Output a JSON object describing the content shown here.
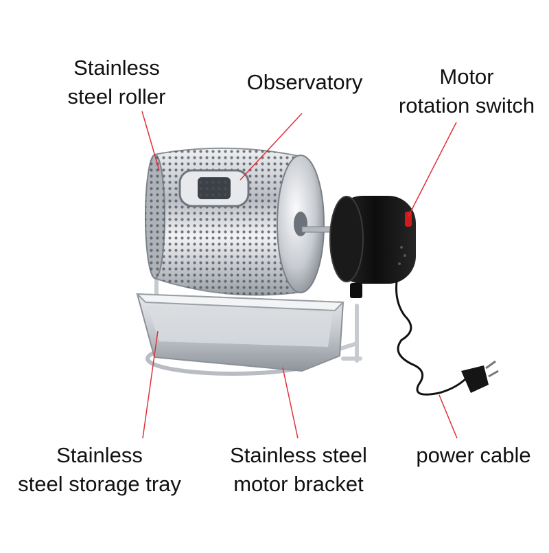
{
  "image": {
    "subject": "Stainless steel rotating drum roaster with black motor",
    "colors": {
      "background": "#ffffff",
      "steel": "#c9ccd0",
      "motor": "#151515",
      "leader_line": "#e0303a",
      "switch": "#d11a1a"
    }
  },
  "labels": {
    "roller": {
      "line1": "Stainless",
      "line2": "steel roller"
    },
    "observatory": {
      "line1": "Observatory"
    },
    "motor_switch": {
      "line1": "Motor",
      "line2": "rotation switch"
    },
    "tray": {
      "line1": "Stainless",
      "line2": "steel storage tray"
    },
    "bracket": {
      "line1": "Stainless steel",
      "line2": "motor bracket"
    },
    "power_cable": {
      "line1": "power cable"
    }
  }
}
